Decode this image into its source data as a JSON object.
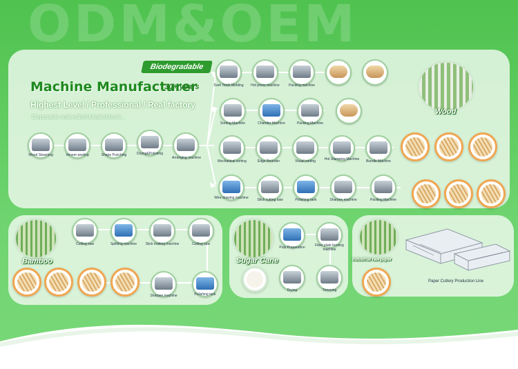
{
  "watermark": "ODM&OEM",
  "header": {
    "badge": "Biodegradable",
    "title": "Machine Manufacturer",
    "years": "30+ years",
    "tagline": "Highest Level / Professional / Real factory",
    "products": "Disposable cutlery&stick&plate/bowl..."
  },
  "wood": {
    "title": "Wood",
    "base": [
      "Wood Steaming",
      "Veneer peeling",
      "Shape Punching",
      "Drying&Polishing",
      "Arranging machine"
    ],
    "row1": [
      "Dark Teeth Molding",
      "Hot press machine",
      "Packing machine"
    ],
    "row2": [
      "Sorting Machine",
      "Chamfer Machine",
      "Packing Machine"
    ],
    "row3": [
      "Mechanical sorting",
      "Edge Rounder",
      "Visual sorting",
      "Hot Stamping Machine",
      "Bundle Machine"
    ],
    "row4": [
      "Wire drawing machine",
      "Stick cutting saw",
      "Polishing tank",
      "Sharpen machine",
      "Packing Machine"
    ]
  },
  "bamboo": {
    "title": "Bamboo",
    "steps": [
      "Cutting saw",
      "Splitting machine",
      "Stick making machine",
      "Cutting saw",
      "Sharpen machine",
      "Polishing tank"
    ]
  },
  "cane": {
    "title": "Sugar Cane",
    "steps": [
      "Pulp Preparation",
      "Fiber plate forming machine",
      "Drying",
      "Trimming"
    ]
  },
  "paper": {
    "title": "Industrial raw paper",
    "line": "Paper Cutlery Production Line"
  },
  "colors": {
    "background": "#5fcf5f",
    "title": "#1e8a1e",
    "badge": "#2e9b2e",
    "product_ring": "#f0a650"
  }
}
